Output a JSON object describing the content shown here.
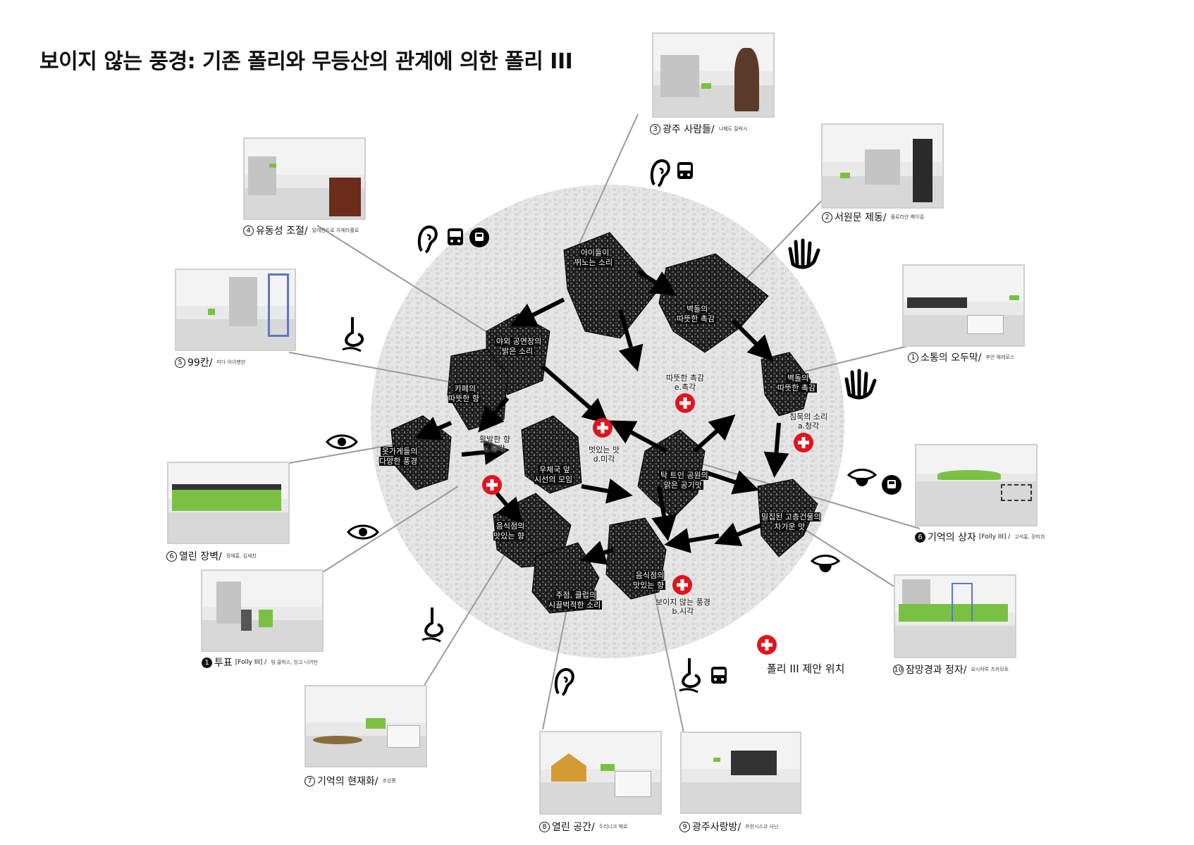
{
  "title": "보이지 않는 풍경: 기존 폴리와 무등산의 관계에 의한 폴리 III",
  "colors": {
    "accent_red": "#e0141e",
    "green": "#7ac143",
    "map_black": "#111111"
  },
  "photos": [
    {
      "num": "3",
      "label": "광주 사람들/",
      "sub": "나폐도 릴락시",
      "filled": false
    },
    {
      "num": "2",
      "label": "서원문 제동/",
      "sub": "플로리안 베이걸",
      "filled": false
    },
    {
      "num": "4",
      "label": "유동성 조절/",
      "sub": "알레한드로 자에라폴로",
      "filled": false
    },
    {
      "num": "1",
      "label": "소통의 오두막/",
      "sub": "후안 헤레로스",
      "filled": false
    },
    {
      "num": "5",
      "label": "99칸/",
      "sub": "미다 아이젠만",
      "filled": false
    },
    {
      "num": "6",
      "label": "기억의 상자",
      "folly": "[Folly III] /",
      "sub": "고석홍, 장미희",
      "filled": true
    },
    {
      "num": "6",
      "label": "열린 장벽/",
      "sub": "정재홍, 김세찬",
      "filled": false
    },
    {
      "num": "1",
      "label": "투표",
      "folly": "[Folly III] /",
      "sub": "핑 클하스, 잉고 니어만",
      "filled": true
    },
    {
      "num": "10",
      "label": "잠망경과 정자/",
      "sub": "요시하루 츠카모토",
      "filled": false
    },
    {
      "num": "7",
      "label": "기억의 현재화/",
      "sub": "조성룡",
      "filled": false
    },
    {
      "num": "8",
      "label": "열린 공간/",
      "sub": "두리너크 페로",
      "filled": false
    },
    {
      "num": "9",
      "label": "광주사랑방/",
      "sub": "프란시스코 사닌",
      "filled": false
    }
  ],
  "map_labels": [
    {
      "text": "아이들이\n뛰노는 소리",
      "num": "3"
    },
    {
      "text": "벽돌의\n따뜻한 촉감",
      "num": "2"
    },
    {
      "text": "야외 공연장의\n밝은 소리",
      "num": "4"
    },
    {
      "text": "벽돌의\n따뜻한 촉감",
      "num": "1"
    },
    {
      "text": "카페의\n따뜻한 향",
      "num": "5"
    },
    {
      "text": "옷가게들의\n다양한 풍경",
      "num": "6"
    },
    {
      "text": "우체국 앞\n시선의 모임",
      "num": "7"
    },
    {
      "text": "탁 트인 공원의\n맑은 공기맛",
      "num": "6"
    },
    {
      "text": "음식점의\n맛있는 향",
      "num": "7"
    },
    {
      "text": "밀집된 고층건물의\n차가운 맛",
      "num": "10"
    },
    {
      "text": "주점, 클럽의\n시끌벅적한 소리",
      "num": "8"
    },
    {
      "text": "음식점의\n맛있는 향",
      "num": "9"
    }
  ],
  "proposals": [
    {
      "text": "따뜻한 촉감\ne.촉각"
    },
    {
      "text": "침묵의 소리\na.청각"
    },
    {
      "text": "멋있는 맛\nd.미각"
    },
    {
      "text": "활발한 향\nc.후각"
    },
    {
      "text": "보이지 않는 풍경\nb.시각"
    }
  ],
  "legend": {
    "label": "폴리 III 제안 위치"
  },
  "sense_icons": [
    "ear-icon",
    "bus-icon",
    "subway-icon",
    "hand-icon",
    "nose-icon",
    "eye-icon",
    "tongue-icon"
  ]
}
